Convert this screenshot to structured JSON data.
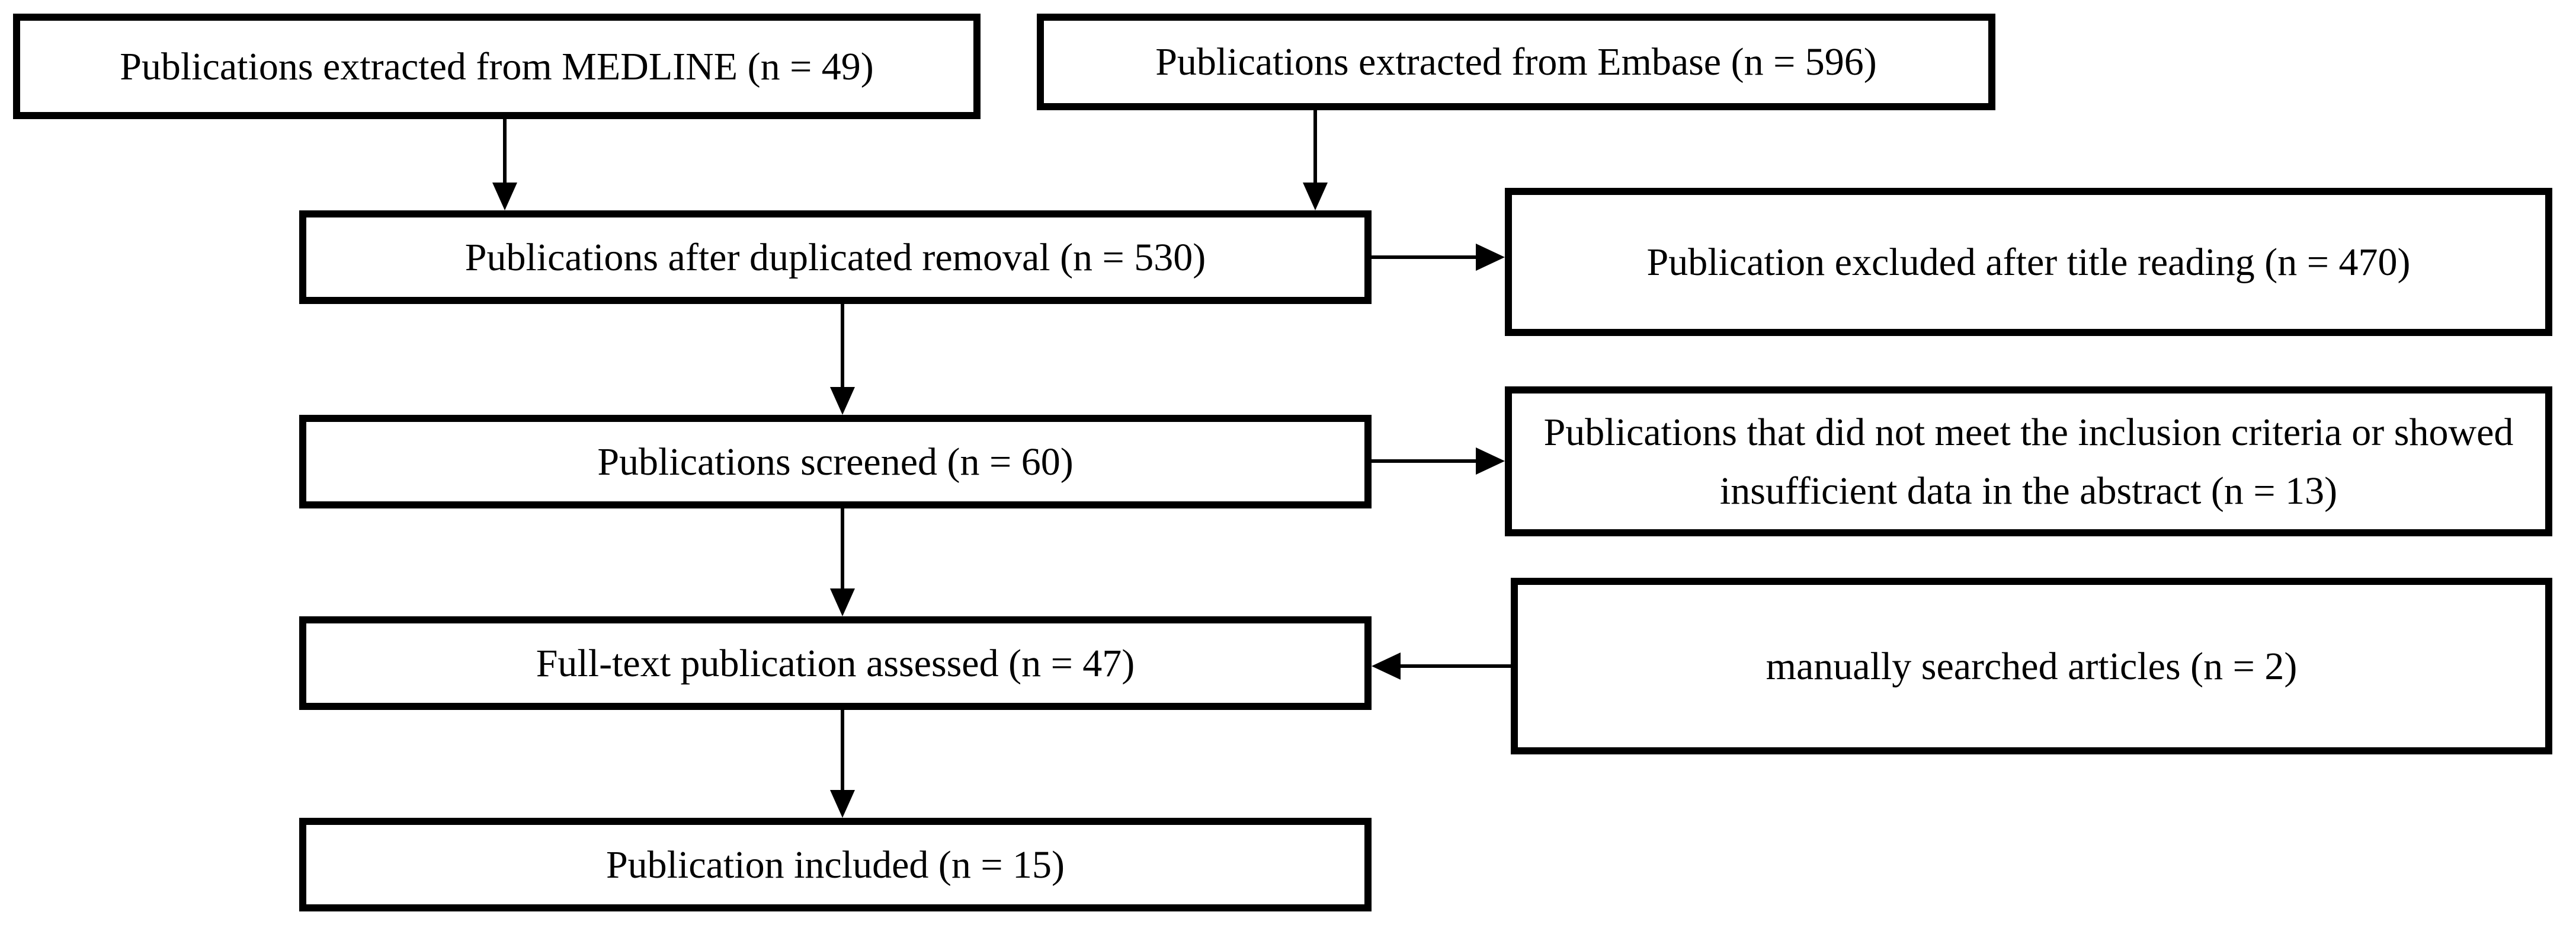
{
  "figure": {
    "type": "flowchart",
    "colors": {
      "border": "#000000",
      "background": "#ffffff",
      "text": "#000000"
    },
    "boxes": [
      {
        "id": "medline",
        "label": "Publications extracted from MEDLINE (n = 49)"
      },
      {
        "id": "embase",
        "label": "Publications extracted from Embase (n = 596)"
      },
      {
        "id": "dedup",
        "label": "Publications after duplicated removal (n = 530)"
      },
      {
        "id": "excl-title",
        "label": "Publication excluded after title reading (n = 470)"
      },
      {
        "id": "screened",
        "label": "Publications screened (n = 60)"
      },
      {
        "id": "excl-abstract",
        "label": "Publications that did not meet the inclusion criteria or showed insufficient data in the abstract (n = 13)"
      },
      {
        "id": "fulltext",
        "label": "Full-text publication assessed (n = 47)"
      },
      {
        "id": "manual",
        "label": "manually searched articles (n = 2)"
      },
      {
        "id": "included",
        "label": "Publication included (n = 15)"
      }
    ],
    "edges": [
      {
        "from": "medline",
        "to": "dedup",
        "direction": "down"
      },
      {
        "from": "embase",
        "to": "dedup",
        "direction": "down"
      },
      {
        "from": "dedup",
        "to": "excl-title",
        "direction": "right"
      },
      {
        "from": "dedup",
        "to": "screened",
        "direction": "down"
      },
      {
        "from": "screened",
        "to": "excl-abstract",
        "direction": "right"
      },
      {
        "from": "screened",
        "to": "fulltext",
        "direction": "down"
      },
      {
        "from": "manual",
        "to": "fulltext",
        "direction": "left"
      },
      {
        "from": "fulltext",
        "to": "included",
        "direction": "down"
      }
    ]
  }
}
